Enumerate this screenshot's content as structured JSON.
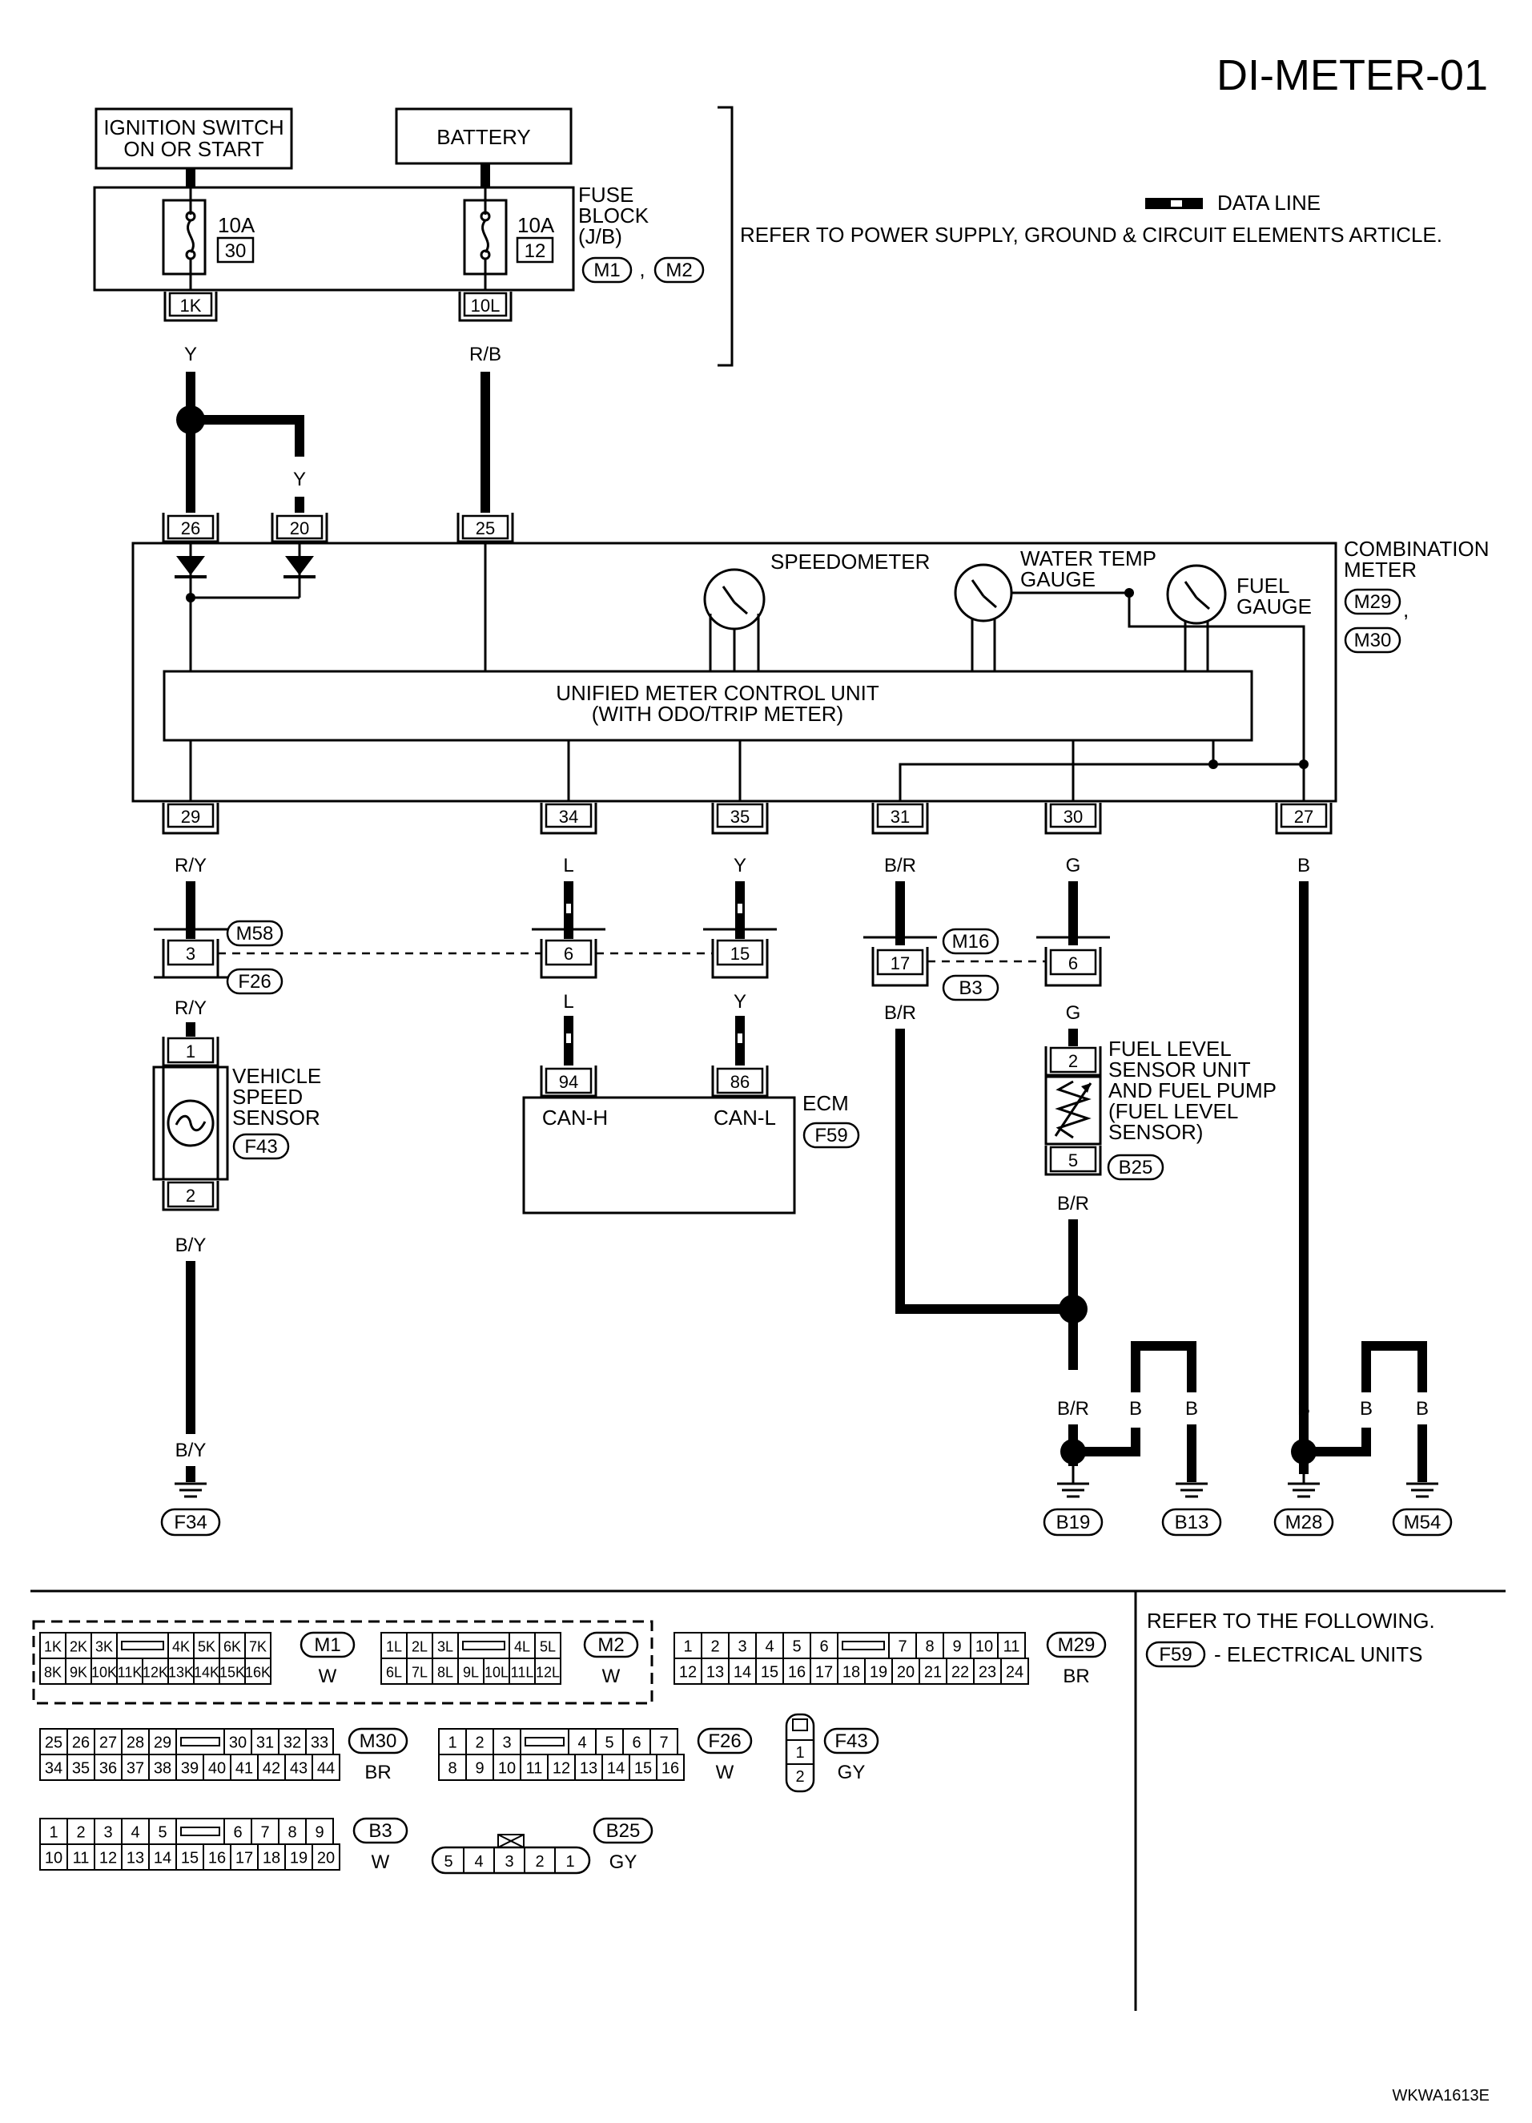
{
  "page_id": "DI-METER-01",
  "doc_code": "WKWA1613E",
  "legend": {
    "data_line": "DATA LINE",
    "refer_text": "REFER TO POWER SUPPLY, GROUND & CIRCUIT ELEMENTS ARTICLE."
  },
  "power": {
    "ignition": {
      "line1": "IGNITION SWITCH",
      "line2": "ON OR START"
    },
    "battery": "BATTERY",
    "fuse_block": {
      "line1": "FUSE",
      "line2": "BLOCK",
      "line3": "(J/B)",
      "conn1": "M1",
      "sep": ",",
      "conn2": "M2"
    },
    "fuse_a": {
      "amp": "10A",
      "num": "30",
      "term": "1K",
      "wire": "Y"
    },
    "fuse_b": {
      "amp": "10A",
      "num": "12",
      "term": "10L",
      "wire": "R/B"
    },
    "branch_wire": "Y"
  },
  "meter": {
    "label_line1": "COMBINATION",
    "label_line2": "METER",
    "conn1": "M29",
    "sep": ",",
    "conn2": "M30",
    "top_terms": [
      "26",
      "20",
      "25"
    ],
    "speedometer": "SPEEDOMETER",
    "water_temp_line1": "WATER TEMP",
    "water_temp_line2": "GAUGE",
    "fuel_gauge_line1": "FUEL",
    "fuel_gauge_line2": "GAUGE",
    "unit_line1": "UNIFIED METER CONTROL UNIT",
    "unit_line2": "(WITH ODO/TRIP METER)",
    "bottom_terms": [
      {
        "term": "29",
        "wire": "R/Y"
      },
      {
        "term": "34",
        "wire": "L"
      },
      {
        "term": "35",
        "wire": "Y"
      },
      {
        "term": "31",
        "wire": "B/R"
      },
      {
        "term": "30",
        "wire": "G"
      },
      {
        "term": "27",
        "wire": "B"
      }
    ]
  },
  "junctions": {
    "m58": "M58",
    "f26": "F26",
    "m16": "M16",
    "b3": "B3",
    "j1_term": "3",
    "j1_wire_below": "R/Y",
    "j2_term": "6",
    "j2_wire_below": "L",
    "j3_term": "15",
    "j3_wire_below": "Y",
    "j4_term": "17",
    "j4_wire_below": "B/R",
    "j5_term": "6",
    "j5_wire_below": "G"
  },
  "vss": {
    "line1": "VEHICLE",
    "line2": "SPEED",
    "line3": "SENSOR",
    "conn": "F43",
    "term_top": "1",
    "term_bottom": "2",
    "wire": "B/Y"
  },
  "ecm": {
    "label": "ECM",
    "conn": "F59",
    "term_h": "94",
    "term_l": "86",
    "can_h": "CAN-H",
    "can_l": "CAN-L"
  },
  "fuel_sensor": {
    "line1": "FUEL LEVEL",
    "line2": "SENSOR UNIT",
    "line3": "AND FUEL PUMP",
    "line4": "(FUEL LEVEL",
    "line5": "SENSOR)",
    "conn": "B25",
    "term_top": "2",
    "term_bottom": "5",
    "wire": "B/R"
  },
  "grounds": {
    "f34": {
      "wire": "B/Y",
      "conn": "F34"
    },
    "b19": {
      "wire": "B/R",
      "conn": "B19"
    },
    "b13": {
      "wire": "B",
      "conn": "B13"
    },
    "b13_jumper_wire": "B",
    "m28": {
      "wire": "B",
      "conn": "M28"
    },
    "m54": {
      "wire": "B",
      "conn": "M54"
    },
    "m54_jumper_wire": "B"
  },
  "connectors": {
    "m1": {
      "id": "M1",
      "color": "W",
      "row1": [
        "1K",
        "2K",
        "3K",
        "",
        "4K",
        "5K",
        "6K",
        "7K"
      ],
      "row2": [
        "8K",
        "9K",
        "10K",
        "11K",
        "12K",
        "13K",
        "14K",
        "15K",
        "16K"
      ]
    },
    "m2": {
      "id": "M2",
      "color": "W",
      "row1": [
        "1L",
        "2L",
        "3L",
        "",
        "4L",
        "5L"
      ],
      "row2": [
        "6L",
        "7L",
        "8L",
        "9L",
        "10L",
        "11L",
        "12L"
      ]
    },
    "m29": {
      "id": "M29",
      "color": "BR",
      "row1": [
        "1",
        "2",
        "3",
        "4",
        "5",
        "6",
        "",
        "7",
        "8",
        "9",
        "10",
        "11"
      ],
      "row2": [
        "12",
        "13",
        "14",
        "15",
        "16",
        "17",
        "18",
        "19",
        "20",
        "21",
        "22",
        "23",
        "24"
      ]
    },
    "m30": {
      "id": "M30",
      "color": "BR",
      "row1": [
        "25",
        "26",
        "27",
        "28",
        "29",
        "",
        "30",
        "31",
        "32",
        "33"
      ],
      "row2": [
        "34",
        "35",
        "36",
        "37",
        "38",
        "39",
        "40",
        "41",
        "42",
        "43",
        "44"
      ]
    },
    "f26": {
      "id": "F26",
      "color": "W",
      "row1": [
        "1",
        "2",
        "3",
        "",
        "4",
        "5",
        "6",
        "7"
      ],
      "row2": [
        "8",
        "9",
        "10",
        "11",
        "12",
        "13",
        "14",
        "15",
        "16"
      ]
    },
    "f43": {
      "id": "F43",
      "color": "GY",
      "pins": [
        "1",
        "2"
      ]
    },
    "b3": {
      "id": "B3",
      "color": "W",
      "row1": [
        "1",
        "2",
        "3",
        "4",
        "5",
        "",
        "6",
        "7",
        "8",
        "9"
      ],
      "row2": [
        "10",
        "11",
        "12",
        "13",
        "14",
        "15",
        "16",
        "17",
        "18",
        "19",
        "20"
      ]
    },
    "b25": {
      "id": "B25",
      "color": "GY",
      "pins": [
        "5",
        "4",
        "3",
        "2",
        "1"
      ]
    }
  },
  "reference": {
    "line1": "REFER TO THE FOLLOWING.",
    "conn": "F59",
    "text": "- ELECTRICAL UNITS"
  }
}
